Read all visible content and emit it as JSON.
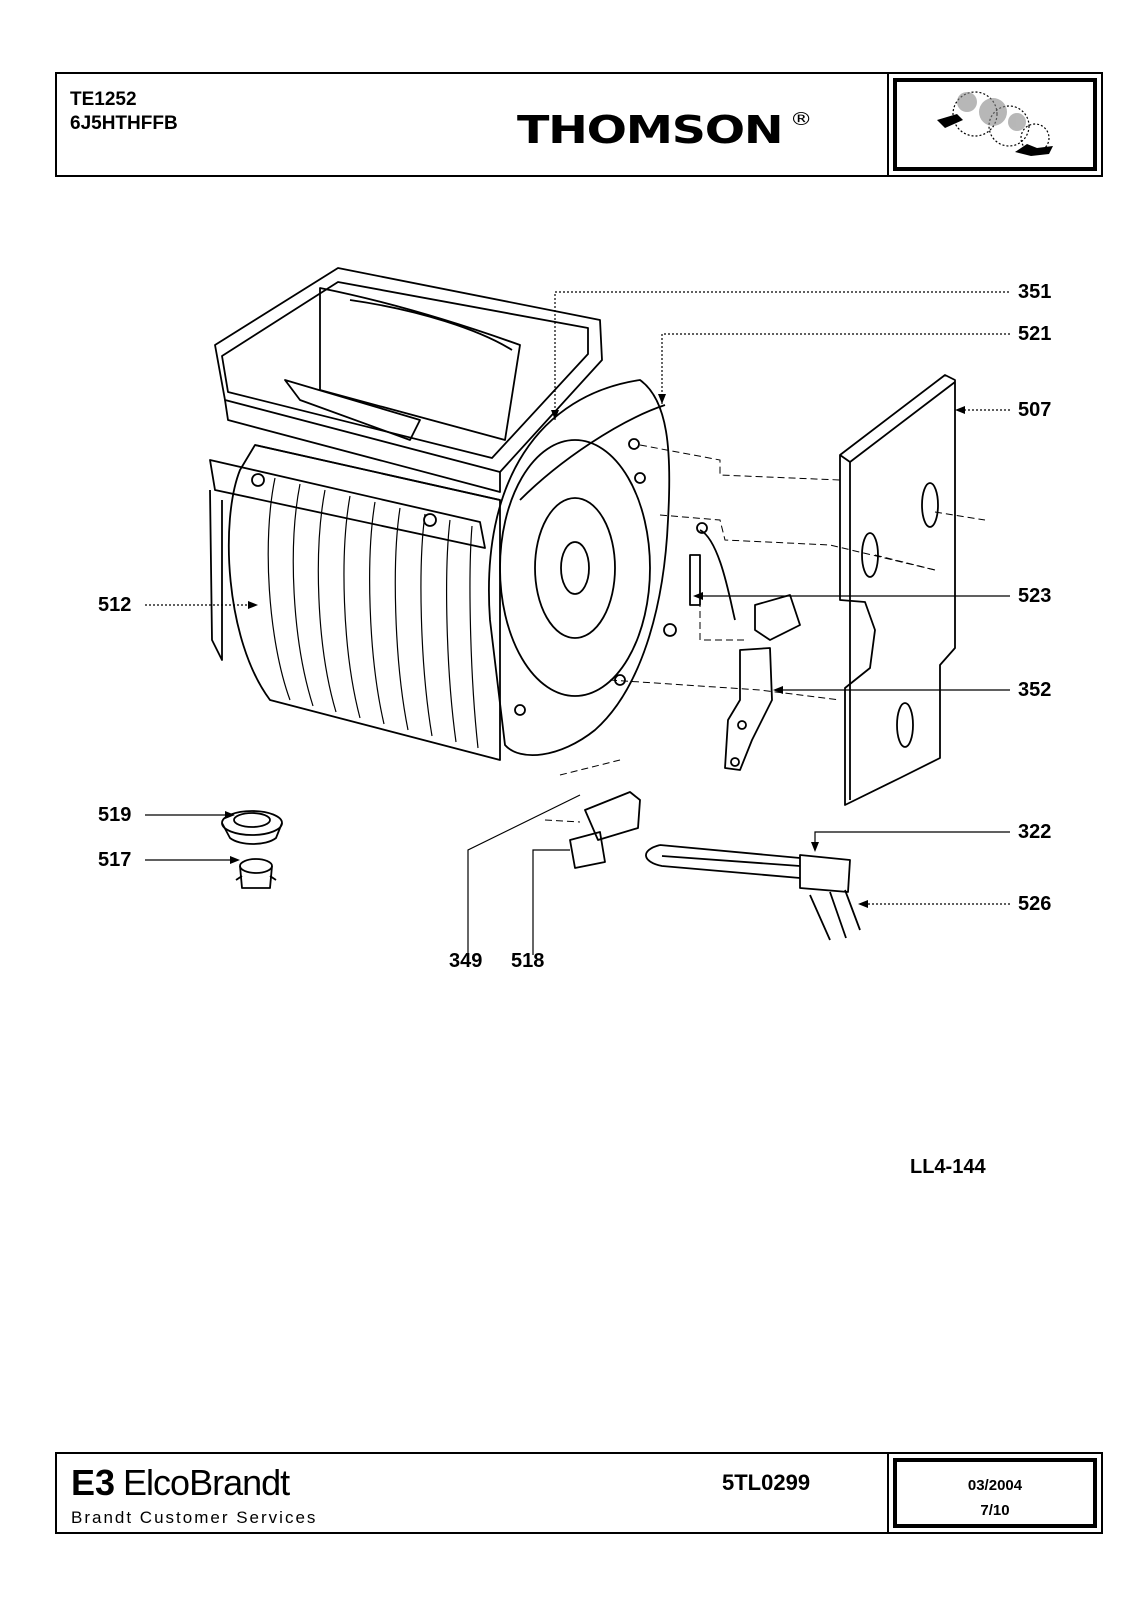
{
  "header": {
    "model_line_1": "TE1252",
    "model_line_2": "6J5HTHFFB",
    "brand": "THOMSON",
    "registered_mark": "®",
    "brand_image_icon": "gears-icon"
  },
  "diagram": {
    "reference_code": "LL4-144",
    "callouts": {
      "c351": "351",
      "c521": "521",
      "c507": "507",
      "c523": "523",
      "c352": "352",
      "c322": "322",
      "c526": "526",
      "c512": "512",
      "c519": "519",
      "c517": "517",
      "c349": "349",
      "c518": "518"
    }
  },
  "footer": {
    "logo_mark": "E3",
    "company": "ElcoBrandt",
    "subtitle": "Brandt Customer Services",
    "document_code": "5TL0299",
    "date": "03/2004",
    "page": "7/10"
  }
}
